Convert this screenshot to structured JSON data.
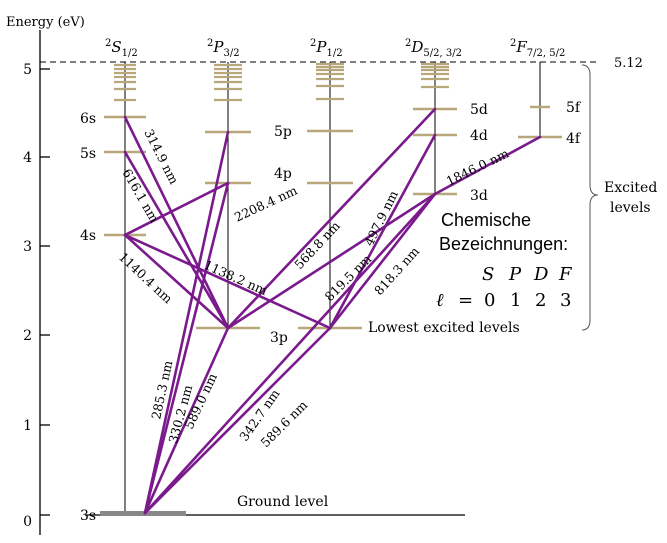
{
  "axis": {
    "label": "Energy (eV)",
    "ticks": [
      "0",
      "1",
      "2",
      "3",
      "4",
      "5"
    ],
    "ionization": "5.12"
  },
  "columns": {
    "s": {
      "base": "2",
      "letter": "S",
      "sub": "1/2"
    },
    "p32": {
      "base": "2",
      "letter": "P",
      "sub": "3/2"
    },
    "p12": {
      "base": "2",
      "letter": "P",
      "sub": "1/2"
    },
    "d": {
      "base": "2",
      "letter": "D",
      "sub": "5/2, 3/2"
    },
    "f": {
      "base": "2",
      "letter": "F",
      "sub": "7/2, 5/2"
    }
  },
  "level_labels": {
    "l3s": "3s",
    "l4s": "4s",
    "l5s": "5s",
    "l6s": "6s",
    "l3p": "3p",
    "l4p": "4p",
    "l5p": "5p",
    "l3d": "3d",
    "l4d": "4d",
    "l5d": "5d",
    "l4f": "4f",
    "l5f": "5f"
  },
  "transitions": {
    "t3149": "314.9 nm",
    "t6161": "616.1 nm",
    "t22084": "2208.4 nm",
    "t11404": "1140.4 nm",
    "t11382": "1138.2 nm",
    "t5688": "568.8 nm",
    "t8195": "819.5 nm",
    "t4979": "497.9 nm",
    "t8183": "818.3 nm",
    "t18460": "1846.0 nm",
    "t2853": "285.3 nm",
    "t3302": "330.2 nm",
    "t5890": "589.0 nm",
    "t3427": "342.7 nm",
    "t5896": "589.6 nm"
  },
  "annotations": {
    "ground": "Ground level",
    "lowest": "Lowest excited levels",
    "excited_1": "Excited",
    "excited_2": "levels"
  },
  "notation": {
    "line1": "Chemische",
    "line2": "Bezeichnungen:",
    "letters": [
      "S",
      "P",
      "D",
      "F"
    ],
    "ell": "ℓ",
    "equals": "=",
    "numbers": [
      "0",
      "1",
      "2",
      "3"
    ]
  },
  "colors": {
    "transition": "#7a1a8c",
    "level": "#b8a77a",
    "ground": "#888888",
    "axis": "#000000"
  }
}
